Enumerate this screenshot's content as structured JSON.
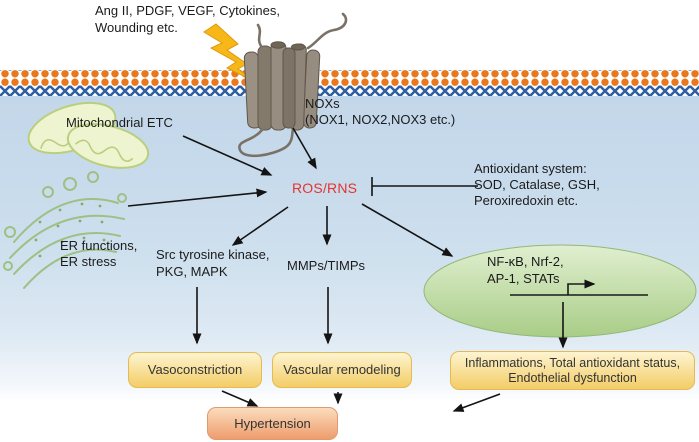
{
  "labels": {
    "stimuli": {
      "line1": "Ang II, PDGF, VEGF, Cytokines,",
      "line2": "Wounding etc."
    },
    "mitochondria": "Mitochondrial ETC",
    "nox": {
      "line1": "NOXs",
      "line2": "(NOX1, NOX2,NOX3 etc.)"
    },
    "ros": "ROS/RNS",
    "antioxidant": {
      "line1": "Antioxidant system:",
      "line2": "SOD, Catalase, GSH,",
      "line3": "Peroxiredoxin etc."
    },
    "er": {
      "line1": "ER functions,",
      "line2": "ER stress"
    },
    "kinases": {
      "line1": "Src tyrosine kinase,",
      "line2": "PKG, MAPK"
    },
    "mmps": "MMPs/TIMPs",
    "transcription_factors": {
      "line1": "NF-κB, Nrf-2,",
      "line2": "AP-1, STATs"
    }
  },
  "boxes": {
    "vasoconstriction": "Vasoconstriction",
    "vascular_remodeling": "Vascular remodeling",
    "inflammation": {
      "line1": "Inflammations, Total antioxidant status,",
      "line2": "Endothelial dysfunction"
    },
    "hypertension": "Hypertension"
  },
  "colors": {
    "ros_text": "#e5342f",
    "membrane_head_orange": "#e8771d",
    "membrane_tail_blue": "#2e5fa3",
    "nucleus_green": "#bcd79c",
    "yellow_box": "#f3cd66",
    "orange_box": "#ee9d6c",
    "lightning_yellow": "#f7b718",
    "organelle_green": "#b9cf7e",
    "background_blue": "#c8dbec"
  }
}
